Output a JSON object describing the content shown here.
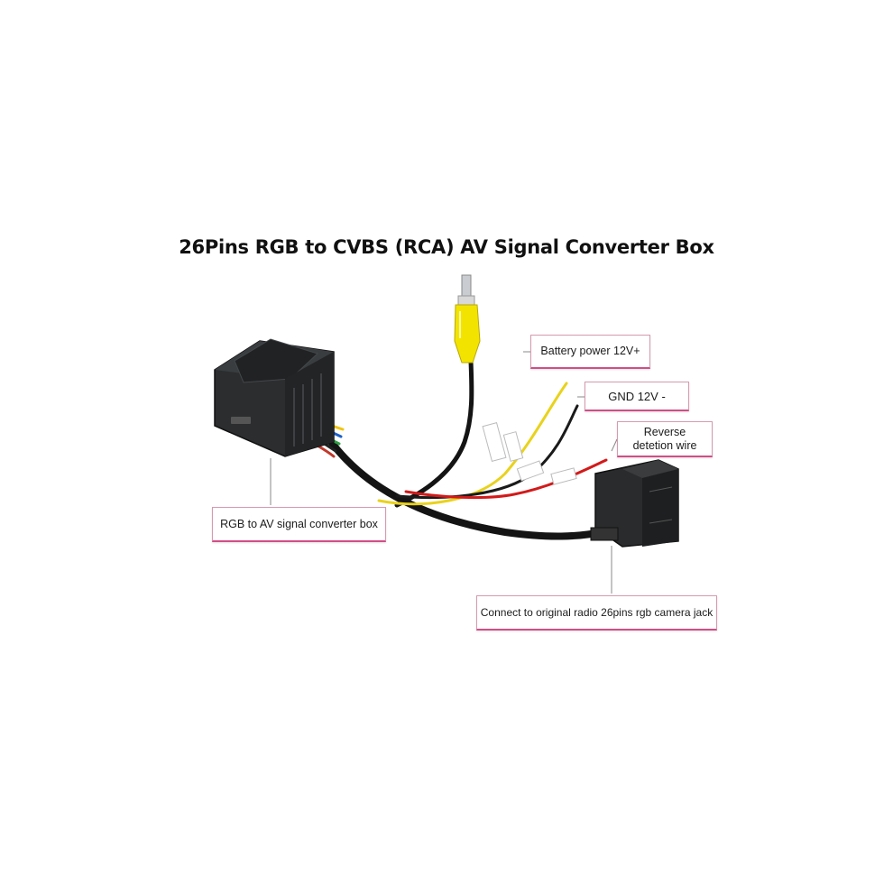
{
  "title": "26Pins RGB to CVBS (RCA) AV Signal Converter Box",
  "callouts": {
    "battery": "Battery power 12V+",
    "gnd": "GND 12V -",
    "reverse_line1": "Reverse",
    "reverse_line2": "detetion  wire",
    "converter": "RGB to AV signal converter box",
    "connect": "Connect to original radio 26pins rgb camera jack"
  },
  "colors": {
    "callout_border": "#d24d86",
    "rca_yellow": "#f2e400",
    "wire_black": "#141414",
    "wire_red": "#d21a1a",
    "wire_yellow": "#e9d21c",
    "box_body": "#2b2d2f"
  }
}
